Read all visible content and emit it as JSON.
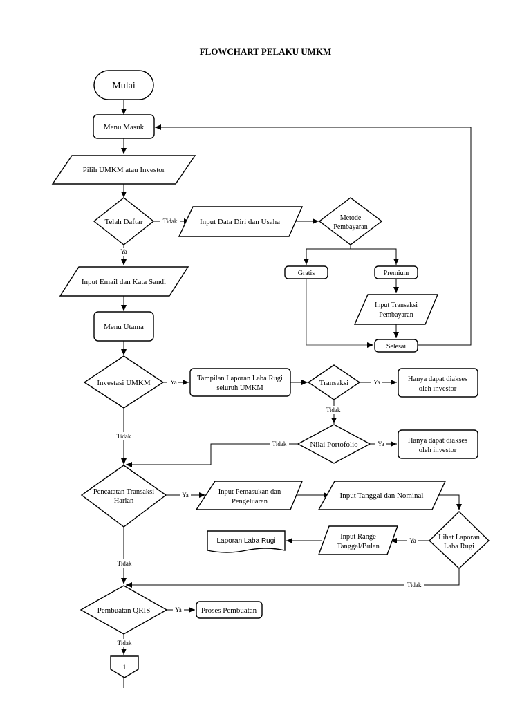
{
  "title": "FLOWCHART PELAKU UMKM",
  "nodes": {
    "mulai": "Mulai",
    "menu_masuk": "Menu Masuk",
    "pilih": "Pilih UMKM atau Investor",
    "telah_daftar": "Telah Daftar",
    "input_data_diri": "Input Data Diri dan Usaha",
    "metode_1": "Metode",
    "metode_2": "Pembayaran",
    "gratis": "Gratis",
    "premium": "Premium",
    "input_transaksi_1": "Input Transaksi",
    "input_transaksi_2": "Pembayaran",
    "selesai": "Selesai",
    "input_email": "Input Email dan Kata Sandi",
    "menu_utama": "Menu Utama",
    "investasi": "Investasi UMKM",
    "tampilan_1": "Tampilan Laporan Laba Rugi",
    "tampilan_2": "seluruh UMKM",
    "transaksi": "Transaksi",
    "hanya1_1": "Hanya dapat diakses",
    "hanya1_2": "oleh investor",
    "nilai": "Nilai Portofolio",
    "hanya2_1": "Hanya dapat diakses",
    "hanya2_2": "oleh investor",
    "pencatatan_1": "Pencatatan Transaksi",
    "pencatatan_2": "Harian",
    "pemasukan_1": "Input Pemasukan dan",
    "pemasukan_2": "Pengeluaran",
    "tanggal_nominal": "Input Tanggal dan Nominal",
    "lihat_1": "Lihat Laporan",
    "lihat_2": "Laba Rugi",
    "range_1": "Input Range",
    "range_2": "Tanggal/Bulan",
    "laporan": "Laporan Laba Rugi",
    "qris": "Pembuatan QRIS",
    "proses": "Proses Pembuatan",
    "connector": "1"
  },
  "edge_labels": {
    "tidak": "Tidak",
    "ya": "Ya"
  },
  "colors": {
    "stroke": "#000000",
    "fill": "#ffffff",
    "connector_line": "#555555"
  }
}
